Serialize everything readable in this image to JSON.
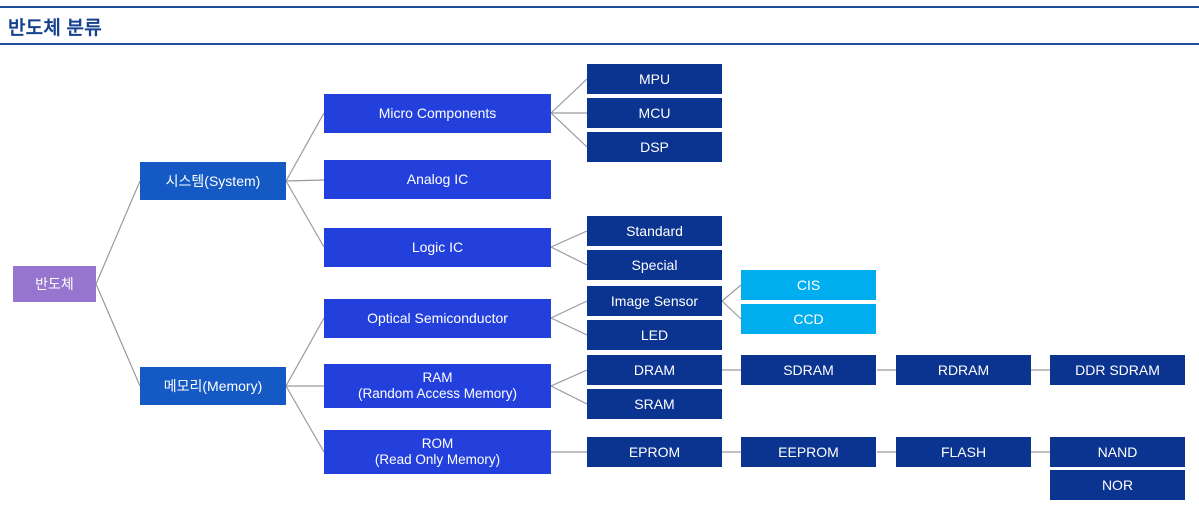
{
  "header": {
    "title": "반도체 분류",
    "rule_color": "#1f4e9c",
    "title_color": "#15418f"
  },
  "palette": {
    "root": "#9575cd",
    "level1": "#1459c4",
    "level2": "#2340dd",
    "level3": "#0b3390",
    "level4": "#00aeef",
    "connector": "#9a9a9a",
    "text": "#ffffff"
  },
  "nodes": {
    "root": {
      "label": "반도체"
    },
    "level1": [
      {
        "label": "시스템(System)"
      },
      {
        "label": "메모리(Memory)"
      }
    ],
    "level2": [
      {
        "label": "Micro Components"
      },
      {
        "label": "Analog IC"
      },
      {
        "label": "Logic IC"
      },
      {
        "label": "Optical Semiconductor"
      },
      {
        "label_line1": "RAM",
        "label_line2": "(Random Access Memory)"
      },
      {
        "label_line1": "ROM",
        "label_line2": "(Read Only Memory)"
      }
    ],
    "level3": [
      {
        "label": "MPU"
      },
      {
        "label": "MCU"
      },
      {
        "label": "DSP"
      },
      {
        "label": "Standard"
      },
      {
        "label": "Special"
      },
      {
        "label": "Image Sensor"
      },
      {
        "label": "LED"
      },
      {
        "label": "DRAM"
      },
      {
        "label": "SRAM"
      },
      {
        "label": "EPROM"
      }
    ],
    "level4": [
      {
        "label": "CIS"
      },
      {
        "label": "CCD"
      },
      {
        "label": "SDRAM"
      },
      {
        "label": "EEPROM"
      }
    ],
    "level5": [
      {
        "label": "RDRAM"
      },
      {
        "label": "FLASH"
      }
    ],
    "level6": [
      {
        "label": "DDR SDRAM"
      },
      {
        "label": "NAND"
      },
      {
        "label": "NOR"
      }
    ]
  }
}
